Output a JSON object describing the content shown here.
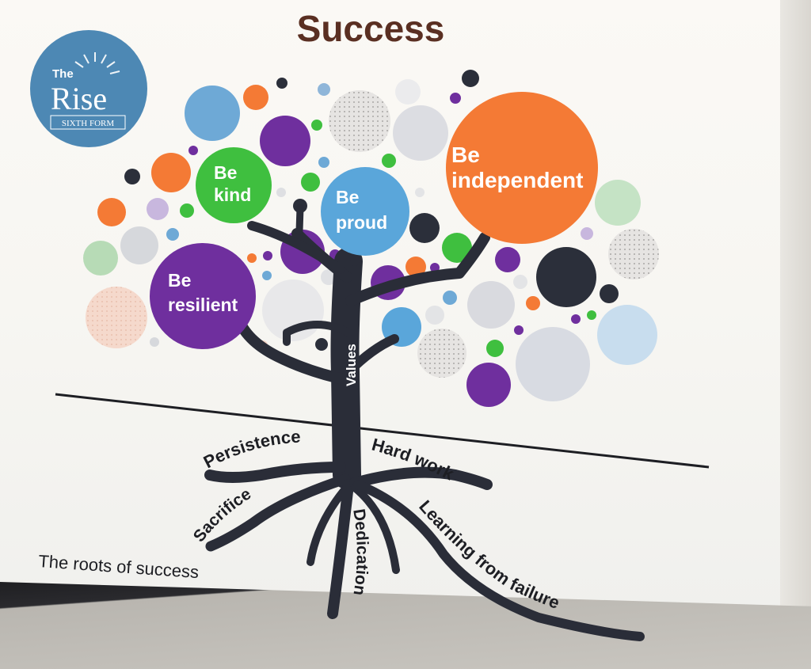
{
  "logo": {
    "line1": "The",
    "line2": "Rise",
    "line3": "SIXTH FORM"
  },
  "title": "Success",
  "values": {
    "kind": [
      "Be",
      "kind"
    ],
    "proud": [
      "Be",
      "proud"
    ],
    "independent": [
      "Be",
      "independent"
    ],
    "resilient": [
      "Be",
      "resilient"
    ],
    "trunk": "Values"
  },
  "roots": {
    "persistence": "Persistence",
    "hard_work": "Hard work",
    "sacrifice": "Sacrifice",
    "dedication": "Dedication",
    "learning": "Learning from failure"
  },
  "caption": "The roots of success",
  "colors": {
    "title_brown": "#5a2f22",
    "purple": "#6f2f9e",
    "green": "#3fbf3f",
    "orange": "#f47a35",
    "blue": "#5aa6da",
    "navy": "#2b2f3a",
    "logo_blue": "#4d88b4"
  }
}
